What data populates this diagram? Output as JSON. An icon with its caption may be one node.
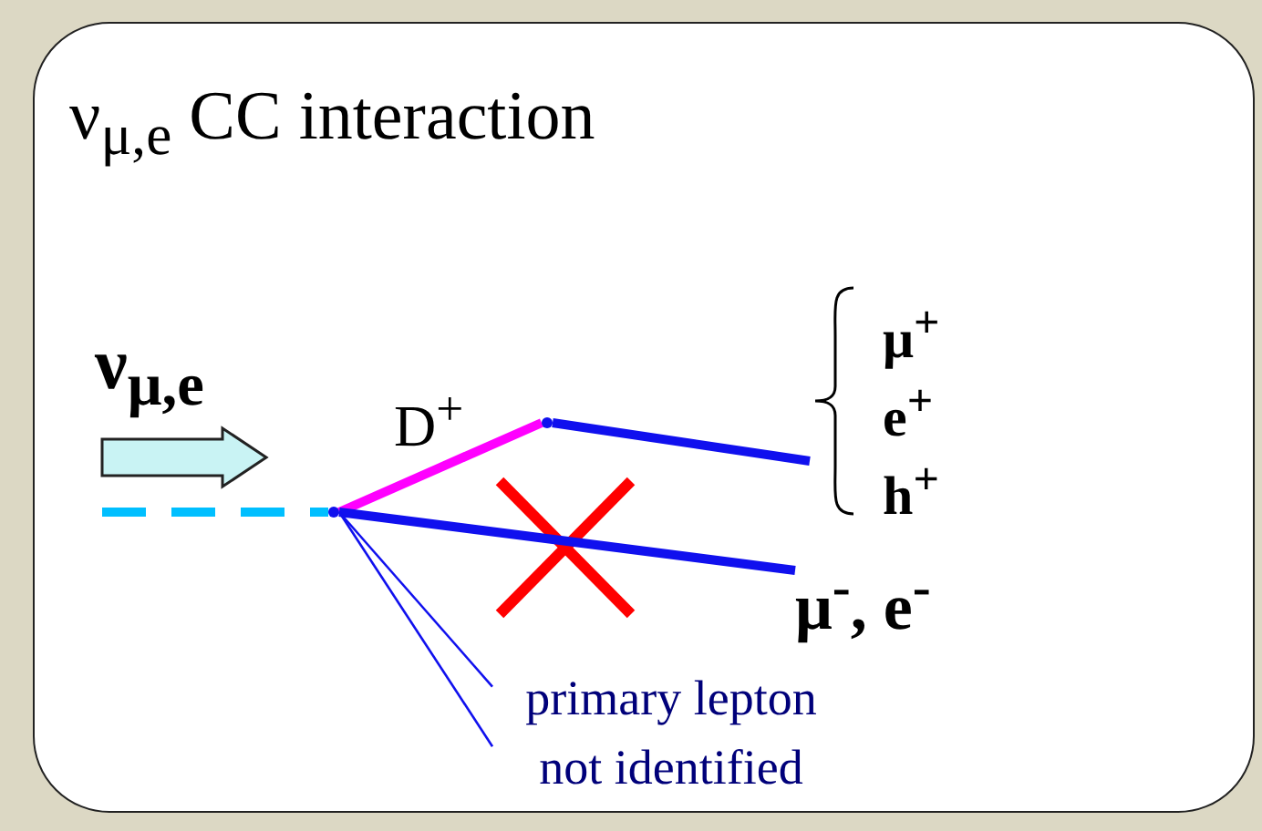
{
  "diagram": {
    "title": "ν$_{μ,e}$ CC interaction",
    "nodes": [
      {
        "text": [],
        "shape": "dot"
      },
      {
        "text": [],
        "shape": "dot",
        "beside": [
          "D$^{+}$"
        ]
      },
      {
        "text": [
          "μ$^{+}$",
          "e$^{+}$",
          "h$^{+}$"
        ]
      },
      {
        "text": [
          "μ$^{-}$, e$^{-}$"
        ]
      },
      {
        "text": [
          "primary lepton not identified"
        ]
      }
    ],
    "edges": [
      {
        "from": null,
        "to": 0,
        "arrow": "none",
        "style": "dashed",
        "color": "#00bfff"
      },
      {
        "from": 0,
        "to": 1,
        "arrow": "none",
        "color": "#ff00ff"
      },
      {
        "from": 1,
        "to": 2,
        "arrow": "none"
      },
      {
        "from": 0,
        "to": 3,
        "arrow": "none"
      },
      {
        "from": 4,
        "to": 0,
        "arrow": "none"
      },
      {
        "from": 4,
        "to": 0,
        "arrow": "none"
      }
    ],
    "labels": [
      "ν$_{μ,e}$"
    ]
  }
}
